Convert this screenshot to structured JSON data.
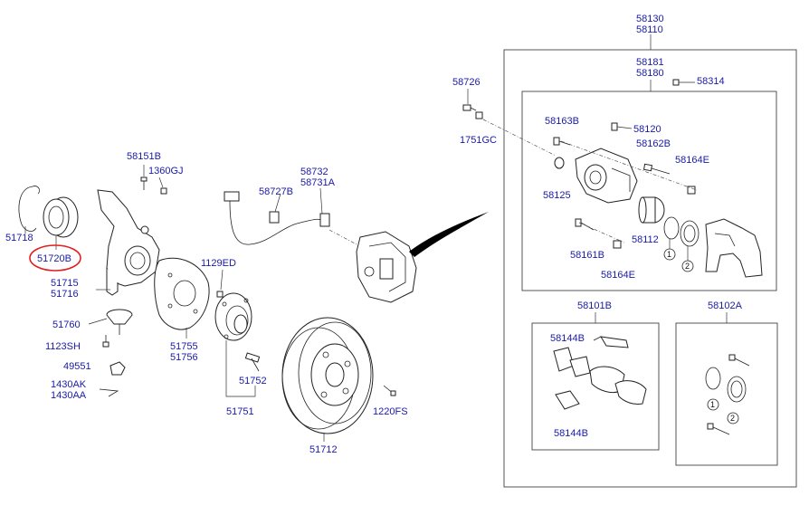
{
  "labels": {
    "l_51718": "51718",
    "l_51720b": "51720B",
    "l_58151b": "58151B",
    "l_1360gj": "1360GJ",
    "l_51715": "51715",
    "l_51716": "51716",
    "l_51760": "51760",
    "l_1123sh": "1123SH",
    "l_49551": "49551",
    "l_1430ak": "1430AK",
    "l_1430aa": "1430AA",
    "l_1129ed": "1129ED",
    "l_51755": "51755",
    "l_51756": "51756",
    "l_51752": "51752",
    "l_51751": "51751",
    "l_58727b": "58727B",
    "l_58732": "58732",
    "l_58731a": "58731A",
    "l_51712": "51712",
    "l_1220fs": "1220FS",
    "l_58726": "58726",
    "l_1751gc": "1751GC",
    "l_58130": "58130",
    "l_58110": "58110",
    "l_58181": "58181",
    "l_58180": "58180",
    "l_58314": "58314",
    "l_58163b": "58163B",
    "l_58120": "58120",
    "l_58162b": "58162B",
    "l_58164e_a": "58164E",
    "l_58125": "58125",
    "l_58161b": "58161B",
    "l_58112": "58112",
    "l_58164e_b": "58164E",
    "l_58101b": "58101B",
    "l_58102a": "58102A",
    "l_58144b_a": "58144B",
    "l_58144b_b": "58144B",
    "c1_a": "1",
    "c2_a": "2",
    "c1_b": "1",
    "c2_b": "2"
  },
  "highlight": {
    "part": "51720B",
    "color": "#e02020"
  },
  "colors": {
    "label": "#1a1aa6",
    "line": "#222222"
  }
}
